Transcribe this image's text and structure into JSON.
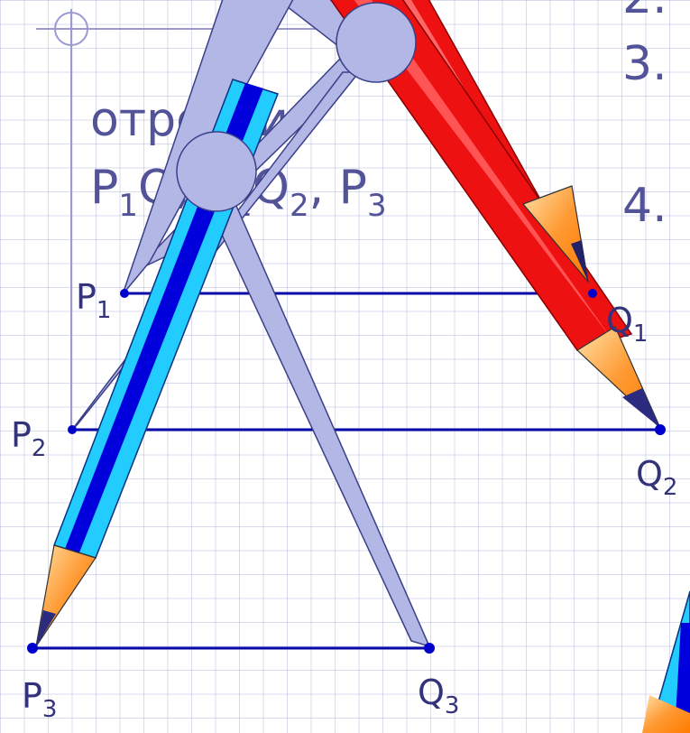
{
  "slide": {
    "list_numbers": [
      "2.",
      "3.",
      "4."
    ],
    "text_line1": "отрезки",
    "text_line2": {
      "a": "P",
      "a_sub": "1",
      "b": "Q",
      "sep1": ", P",
      "sub2": "2",
      "q2": "Q",
      "q2_sub": "2",
      "sep2": ", P",
      "sub3": "3"
    }
  },
  "points": {
    "P1": {
      "letter": "P",
      "sub": "1"
    },
    "Q1": {
      "letter": "Q",
      "sub": "1"
    },
    "P2": {
      "letter": "P",
      "sub": "2"
    },
    "Q2": {
      "letter": "Q",
      "sub": "2"
    },
    "P3": {
      "letter": "P",
      "sub": "3"
    },
    "Q3": {
      "letter": "Q",
      "sub": "3"
    }
  },
  "colors": {
    "segment": "#0a0aa8",
    "point": "#0000cc",
    "compass": "#b3b7e6",
    "compass_edge": "#3a3f88",
    "red_pencil": "#ee1111",
    "blue_pencil": "#22ccff",
    "text": "#535399"
  },
  "icons": [
    "compass-icon",
    "red-pencil-icon",
    "blue-pencil-icon",
    "crosshair-icon"
  ]
}
